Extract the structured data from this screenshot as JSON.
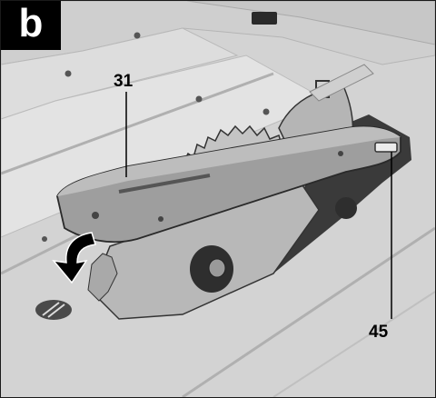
{
  "panel": {
    "letter": "b"
  },
  "callouts": [
    {
      "label": "31",
      "target": "blade-guard"
    },
    {
      "label": "45",
      "target": "guard-mounting-slot"
    }
  ],
  "colors": {
    "table": "#d6d6d6",
    "table_light": "#e4e4e4",
    "guard": "#9a9a9a",
    "guard_dark": "#6e6e6e",
    "blade": "#bdbdbd",
    "outline": "#222222",
    "arrow": "#000000"
  },
  "icons": {
    "rotation_arrow": "curved-down-arrow-icon"
  }
}
